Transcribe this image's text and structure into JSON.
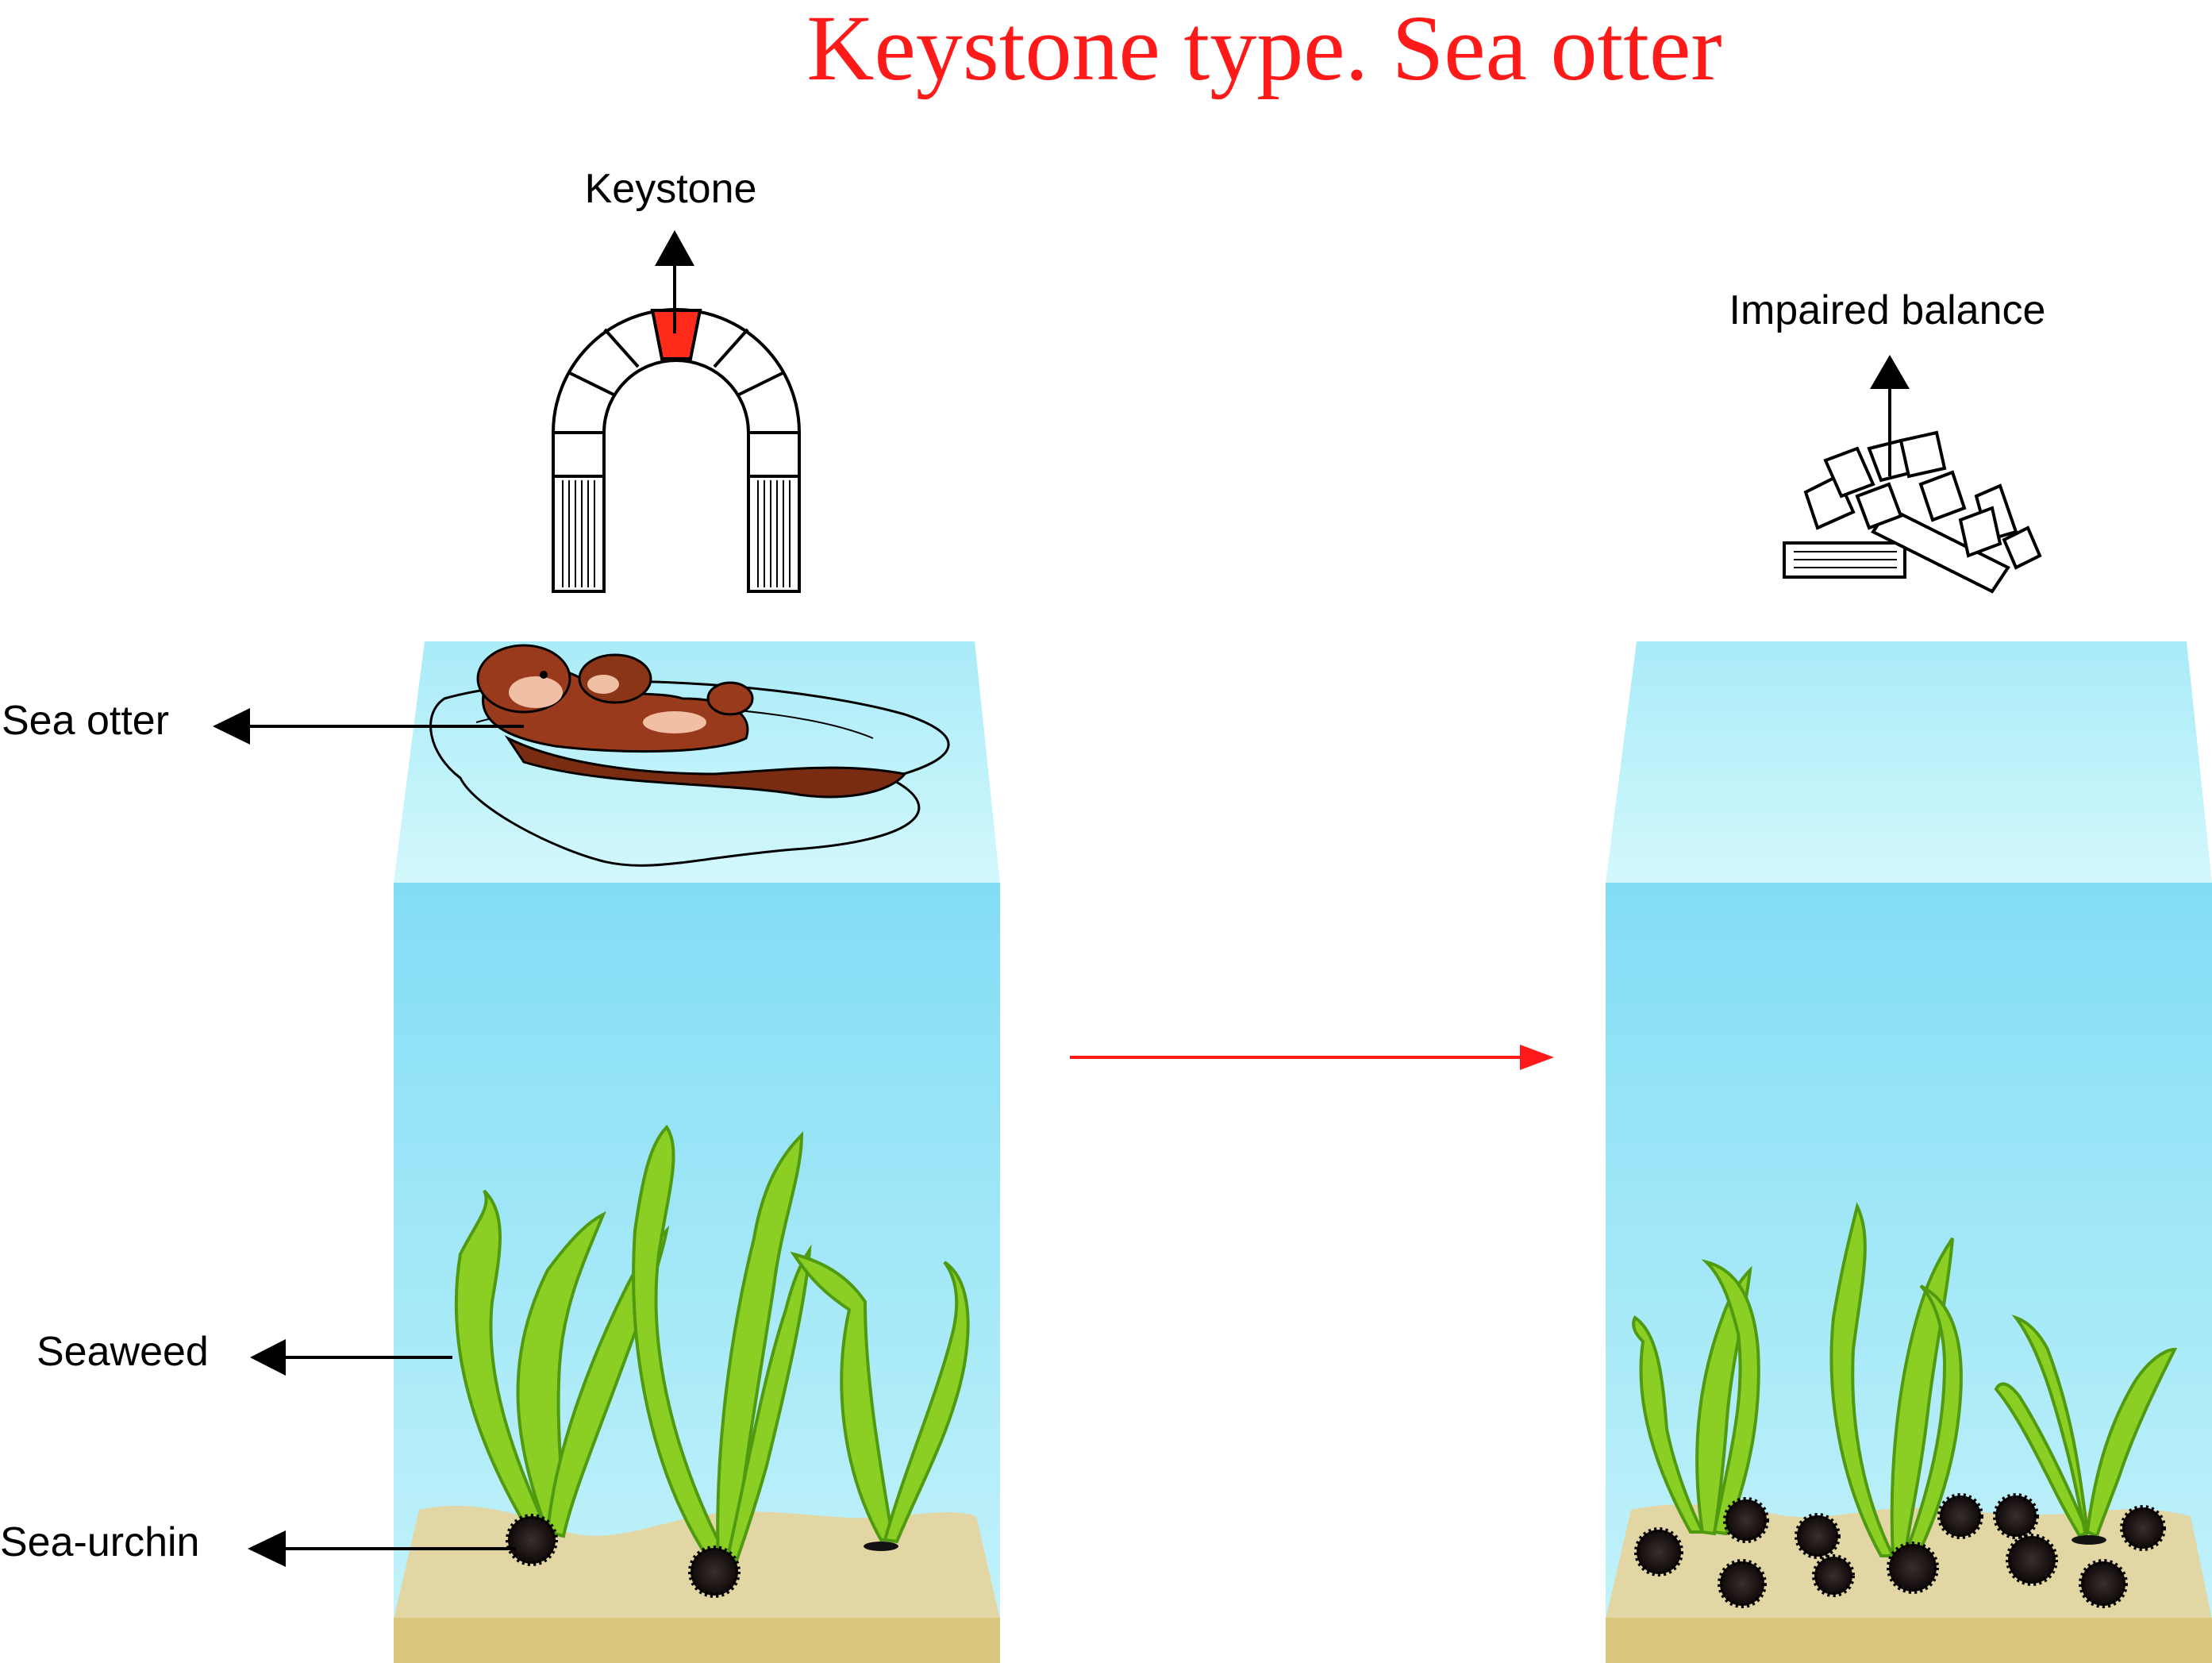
{
  "title": "Keystone type. Sea otter",
  "labels": {
    "keystone": "Keystone",
    "impaired_balance": "Impaired balance",
    "sea_otter": "Sea otter",
    "seaweed": "Seaweed",
    "sea_urchin": "Sea-urchin"
  },
  "colors": {
    "title": "#ff1a1a",
    "keystone_block": "#ff2a1a",
    "transition_arrow": "#ff1a1a",
    "water_surface": "#c8f4fb",
    "water_deep": "#86e0f6",
    "sand": "#e3d6a5",
    "sand_base": "#d9c57c",
    "seaweed": "#8ccf24",
    "otter": "#9a3a1c",
    "urchin": "#1a1212"
  }
}
